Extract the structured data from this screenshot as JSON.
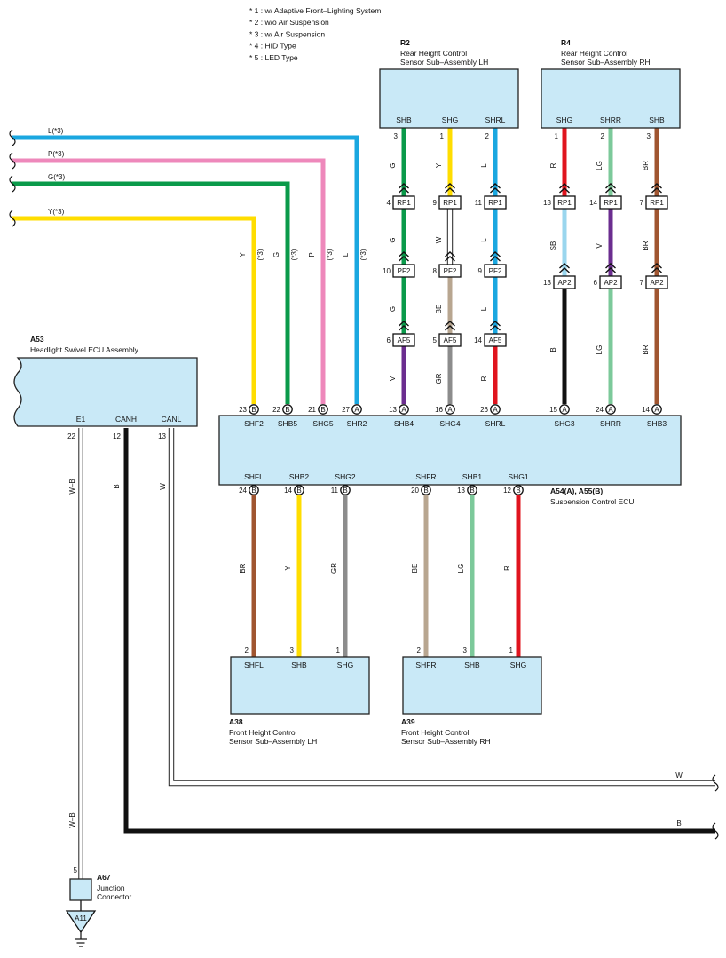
{
  "notes": [
    "* 1 : w/ Adaptive Front–Lighting System",
    "* 2 : w/o Air Suspension",
    "* 3 : w/ Air Suspension",
    "* 4 : HID Type",
    "* 5 : LED Type"
  ],
  "colors": {
    "L": "#1aa7e0",
    "P": "#ee88bb",
    "G": "#0a9a4a",
    "Y": "#ffdd00",
    "V": "#6b2d8f",
    "GR": "#8c8c8c",
    "R": "#e0141e",
    "BE": "#b8a690",
    "LG": "#7cc99a",
    "BR": "#a05530",
    "SB": "#9ad6ee",
    "B": "#111111",
    "W": "#ffffff",
    "W-B": "#ffffff"
  },
  "components": {
    "r2": {
      "id": "R2",
      "name1": "Rear Height Control",
      "name2": "Sensor Sub–Assembly LH",
      "pins": [
        "SHB",
        "SHG",
        "SHRL"
      ]
    },
    "r4": {
      "id": "R4",
      "name1": "Rear Height Control",
      "name2": "Sensor Sub–Assembly RH",
      "pins": [
        "SHG",
        "SHRR",
        "SHB"
      ]
    },
    "a53": {
      "id": "A53",
      "name1": "Headlight Swivel ECU Assembly",
      "pins": [
        "E1",
        "CANH",
        "CANL"
      ]
    },
    "ecu": {
      "id": "A54(A), A55(B)",
      "name1": "Suspension Control ECU"
    },
    "a38": {
      "id": "A38",
      "name1": "Front Height Control",
      "name2": "Sensor Sub–Assembly LH",
      "pins": [
        "SHFL",
        "SHB",
        "SHG"
      ]
    },
    "a39": {
      "id": "A39",
      "name1": "Front Height Control",
      "name2": "Sensor Sub–Assembly RH",
      "pins": [
        "SHFR",
        "SHB",
        "SHG"
      ]
    },
    "a67": {
      "id": "A67",
      "name1": "Junction",
      "name2": "Connector"
    },
    "ground": "A11"
  },
  "wires": [
    {
      "key": "left_l",
      "label": "L(*3)",
      "color": "L"
    },
    {
      "key": "left_p",
      "label": "P(*3)",
      "color": "P"
    },
    {
      "key": "left_g",
      "label": "G(*3)",
      "color": "G"
    },
    {
      "key": "left_y",
      "label": "Y(*3)",
      "color": "Y"
    }
  ],
  "ecu_top_pins": [
    {
      "pin": "23",
      "conn": "B",
      "name": "SHF2",
      "color": "Y",
      "wlabel": "Y",
      "note": "(*3)"
    },
    {
      "pin": "22",
      "conn": "B",
      "name": "SHB5",
      "color": "G",
      "wlabel": "G",
      "note": "(*3)"
    },
    {
      "pin": "21",
      "conn": "B",
      "name": "SHG5",
      "color": "P",
      "wlabel": "P",
      "note": "(*3)"
    },
    {
      "pin": "27",
      "conn": "A",
      "name": "SHR2",
      "color": "L",
      "wlabel": "L",
      "note": "(*3)"
    },
    {
      "pin": "13",
      "conn": "A",
      "name": "SHB4"
    },
    {
      "pin": "16",
      "conn": "A",
      "name": "SHG4"
    },
    {
      "pin": "26",
      "conn": "A",
      "name": "SHRL"
    },
    {
      "pin": "15",
      "conn": "A",
      "name": "SHG3"
    },
    {
      "pin": "24",
      "conn": "A",
      "name": "SHRR"
    },
    {
      "pin": "14",
      "conn": "A",
      "name": "SHB3"
    }
  ],
  "rear_columns": [
    {
      "top_pin": "3",
      "segs": [
        {
          "c": "G"
        },
        {
          "c": "G"
        },
        {
          "c": "G"
        },
        {
          "c": "V"
        }
      ],
      "conns": [
        {
          "pin": "4",
          "name": "RP1"
        },
        {
          "pin": "10",
          "name": "PF2"
        },
        {
          "pin": "6",
          "name": "AF5"
        }
      ]
    },
    {
      "top_pin": "1",
      "segs": [
        {
          "c": "Y"
        },
        {
          "c": "W"
        },
        {
          "c": "BE"
        },
        {
          "c": "GR"
        }
      ],
      "conns": [
        {
          "pin": "9",
          "name": "RP1"
        },
        {
          "pin": "8",
          "name": "PF2"
        },
        {
          "pin": "5",
          "name": "AF5"
        }
      ]
    },
    {
      "top_pin": "2",
      "segs": [
        {
          "c": "L"
        },
        {
          "c": "L"
        },
        {
          "c": "L"
        },
        {
          "c": "R"
        }
      ],
      "conns": [
        {
          "pin": "11",
          "name": "RP1"
        },
        {
          "pin": "9",
          "name": "PF2"
        },
        {
          "pin": "14",
          "name": "AF5"
        }
      ]
    },
    {
      "top_pin": "1",
      "segs": [
        {
          "c": "R"
        },
        {
          "c": "SB"
        },
        {
          "c": "B"
        }
      ],
      "conns": [
        {
          "pin": "13",
          "name": "RP1"
        },
        {
          "pin": "13",
          "name": "AP2"
        }
      ]
    },
    {
      "top_pin": "2",
      "segs": [
        {
          "c": "LG"
        },
        {
          "c": "V"
        },
        {
          "c": "LG"
        }
      ],
      "conns": [
        {
          "pin": "14",
          "name": "RP1"
        },
        {
          "pin": "6",
          "name": "AP2"
        }
      ]
    },
    {
      "top_pin": "3",
      "segs": [
        {
          "c": "BR"
        },
        {
          "c": "BR"
        },
        {
          "c": "BR"
        }
      ],
      "conns": [
        {
          "pin": "7",
          "name": "RP1"
        },
        {
          "pin": "7",
          "name": "AP2"
        }
      ]
    }
  ],
  "ecu_bottom_pins": [
    {
      "pin": "24",
      "conn": "B",
      "name": "SHFL",
      "color": "BR",
      "sensor_pin": "2"
    },
    {
      "pin": "14",
      "conn": "B",
      "name": "SHB2",
      "color": "Y",
      "sensor_pin": "3"
    },
    {
      "pin": "11",
      "conn": "B",
      "name": "SHG2",
      "color": "GR",
      "sensor_pin": "1"
    },
    {
      "pin": "20",
      "conn": "B",
      "name": "SHFR",
      "color": "BE",
      "sensor_pin": "2"
    },
    {
      "pin": "13",
      "conn": "B",
      "name": "SHB1",
      "color": "LG",
      "sensor_pin": "3"
    },
    {
      "pin": "12",
      "conn": "B",
      "name": "SHG1",
      "color": "R",
      "sensor_pin": "1"
    }
  ],
  "a53_pins": [
    {
      "pin": "22",
      "name": "E1",
      "color": "W-B",
      "wlabel": "W–B"
    },
    {
      "pin": "12",
      "name": "CANH",
      "color": "B",
      "wlabel": "B"
    },
    {
      "pin": "13",
      "name": "CANL",
      "color": "W",
      "wlabel": "W"
    }
  ],
  "a67_pin": "5",
  "bus_labels": {
    "w": "W",
    "b": "B"
  }
}
